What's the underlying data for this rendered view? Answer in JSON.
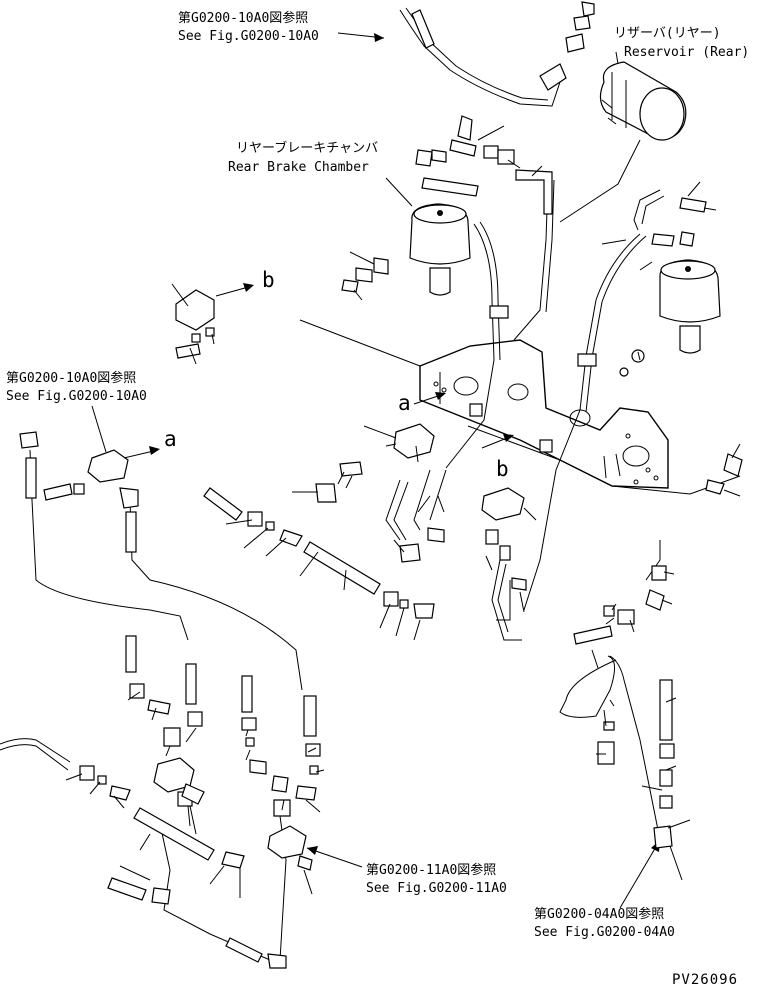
{
  "labels": {
    "ref_top_jp": "第G0200-10A0図参照",
    "ref_top_en": "See Fig.G0200-10A0",
    "reservoir_jp": "リザーバ(リヤー)",
    "reservoir_en": "Reservoir (Rear)",
    "chamber_jp": "リヤーブレーキチャンバ",
    "chamber_en": "Rear Brake Chamber",
    "ref_left_jp": "第G0200-10A0図参照",
    "ref_left_en": "See Fig.G0200-10A0",
    "ref_mid_jp": "第G0200-11A0図参照",
    "ref_mid_en": "See Fig.G0200-11A0",
    "ref_bot_jp": "第G0200-04A0図参照",
    "ref_bot_en": "See Fig.G0200-04A0",
    "callout_a": "a",
    "callout_b": "b",
    "drawing_no": "PV26096"
  }
}
